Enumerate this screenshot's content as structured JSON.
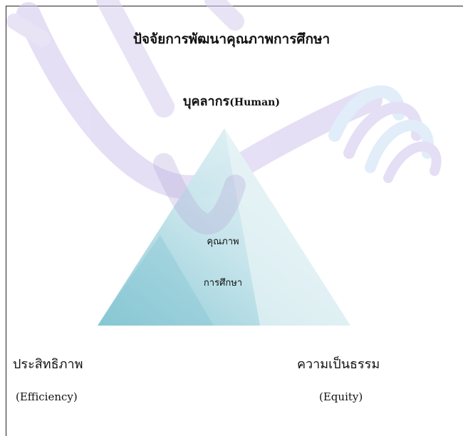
{
  "diagram": {
    "title": "ปัจจัยการพัฒนาคุณภาพการศึกษา",
    "apex_label_th": "บุคลากร",
    "apex_label_en": "(Human)",
    "center_label_line1": "คุณภาพ",
    "center_label_line2": "การศึกษา",
    "left_label_th": "ประสิทธิภาพ",
    "left_label_en": "(Efficiency)",
    "right_label_th": "ความเป็นธรรม",
    "right_label_en": "(Equity)"
  },
  "colors": {
    "triangle_dark": "#8ecdd8",
    "triangle_light": "#e6f3f6",
    "watermark_purple": "#c8c0e6",
    "watermark_blue": "#cfe4f7"
  }
}
